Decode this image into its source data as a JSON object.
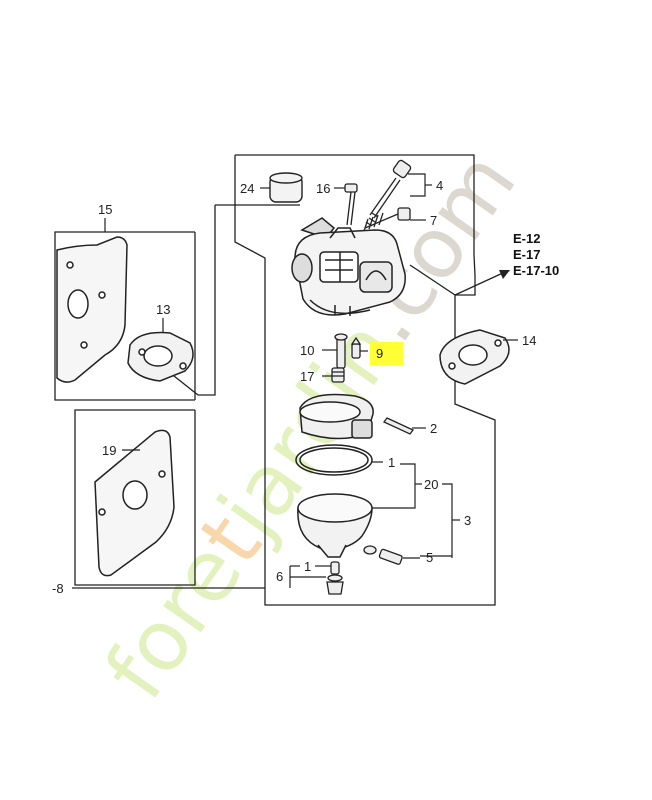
{
  "parts": {
    "p1a": "1",
    "p1b": "1",
    "p2": "2",
    "p3": "3",
    "p4": "4",
    "p5": "5",
    "p6": "6",
    "p7": "7",
    "p8": "-8",
    "p9": "9",
    "p10": "10",
    "p13": "13",
    "p14": "14",
    "p15": "15",
    "p16": "16",
    "p17": "17",
    "p19": "19",
    "p20": "20",
    "p24": "24"
  },
  "references": [
    "E-12",
    "E-17",
    "E-17-10"
  ],
  "highlight_color": "#ffff33",
  "watermark": {
    "prefix": "fore",
    "accent": "t",
    "middle": "jardin",
    "suffix": ".com",
    "colors": {
      "green": "#dff0b8",
      "orange": "#f7d3a3",
      "grey": "#d9d4cc"
    }
  }
}
